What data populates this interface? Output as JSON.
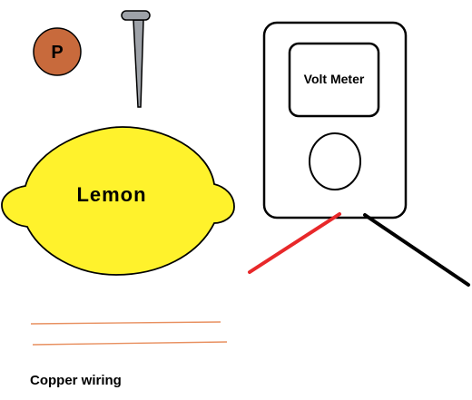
{
  "penny": {
    "label": "P",
    "color": "#c86a3c"
  },
  "nail": {
    "color": "#9ea2a8"
  },
  "lemon": {
    "label": "Lemon",
    "color": "#fff22c"
  },
  "volt_meter": {
    "label": "Volt Meter"
  },
  "wires": {
    "positive_color": "#e8282a",
    "negative_color": "#000000",
    "copper_color": "#e89060"
  },
  "caption": {
    "text": "Copper wiring"
  }
}
